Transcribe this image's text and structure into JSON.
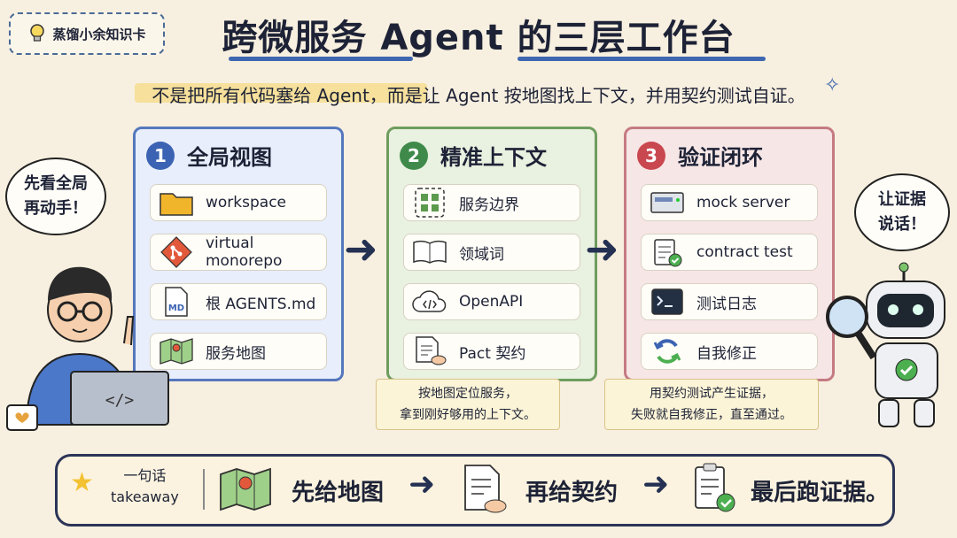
{
  "brand": {
    "label": "蒸馏小余知识卡"
  },
  "title": "跨微服务 Agent 的三层工作台",
  "subtitle": "不是把所有代码塞给 Agent，而是让 Agent 按地图找上下文，并用契约测试自证。",
  "panels": [
    {
      "num": "1",
      "title": "全局视图",
      "items": [
        "workspace",
        "virtual monorepo",
        "根 AGENTS.md",
        "服务地图"
      ]
    },
    {
      "num": "2",
      "title": "精准上下文",
      "items": [
        "服务边界",
        "领域词",
        "OpenAPI",
        "Pact 契约"
      ]
    },
    {
      "num": "3",
      "title": "验证闭环",
      "items": [
        "mock server",
        "contract test",
        "测试日志",
        "自我修正"
      ]
    }
  ],
  "notes": {
    "middle": [
      "按地图定位服务，",
      "拿到刚好够用的上下文。"
    ],
    "right": [
      "用契约测试产生证据，",
      "失败就自我修正，直至通过。"
    ]
  },
  "bubbles": {
    "left": [
      "先看全局",
      "再动手！"
    ],
    "right": [
      "让证据",
      "说话！"
    ]
  },
  "laptop_label": "</>",
  "icons": {
    "md_label": "MD"
  },
  "takeaway": {
    "label_top": "一句话",
    "label_bottom": "takeaway",
    "step1": "先给地图",
    "step2": "再给契约",
    "step3": "最后跑证据。"
  },
  "colors": {
    "blue": "#5577bd",
    "green": "#6e9d5e",
    "red": "#c57b83",
    "navy": "#243152"
  }
}
